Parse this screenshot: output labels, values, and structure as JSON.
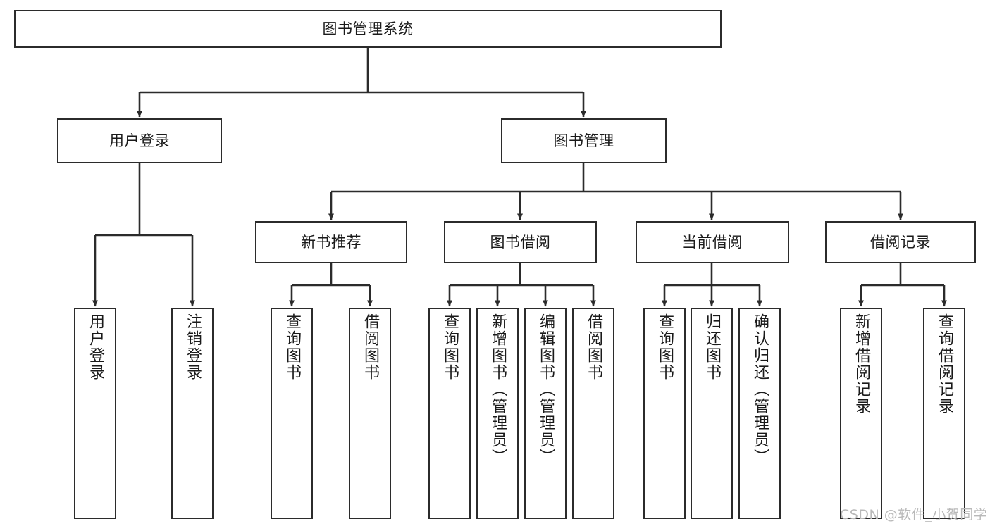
{
  "diagram": {
    "type": "hierarchy-tree",
    "title": "图书管理系统",
    "orientation": "top-down",
    "root": {
      "label": "图书管理系统"
    },
    "level2": [
      {
        "label": "用户登录"
      },
      {
        "label": "图书管理"
      }
    ],
    "level3": [
      {
        "label": "新书推荐"
      },
      {
        "label": "图书借阅"
      },
      {
        "label": "当前借阅"
      },
      {
        "label": "借阅记录"
      }
    ],
    "leaves": {
      "user_login": [
        {
          "label": "用户登录"
        },
        {
          "label": "注销登录"
        }
      ],
      "new_book_recommend": [
        {
          "label": "查询图书"
        },
        {
          "label": "借阅图书"
        }
      ],
      "book_borrow": [
        {
          "label": "查询图书"
        },
        {
          "label": "新增图书（管理员）"
        },
        {
          "label": "编辑图书（管理员）"
        },
        {
          "label": "借阅图书"
        }
      ],
      "current_borrow": [
        {
          "label": "查询图书"
        },
        {
          "label": "归还图书"
        },
        {
          "label": "确认归还（管理员）"
        }
      ],
      "borrow_record": [
        {
          "label": "新增借阅记录"
        },
        {
          "label": "查询借阅记录"
        }
      ]
    }
  },
  "watermark": {
    "text": "CSDN @软件_小贺同学"
  },
  "colors": {
    "border": "#2b2b2b",
    "background": "#ffffff",
    "text": "#1a1a1a",
    "watermark": "#b9b9b9"
  }
}
